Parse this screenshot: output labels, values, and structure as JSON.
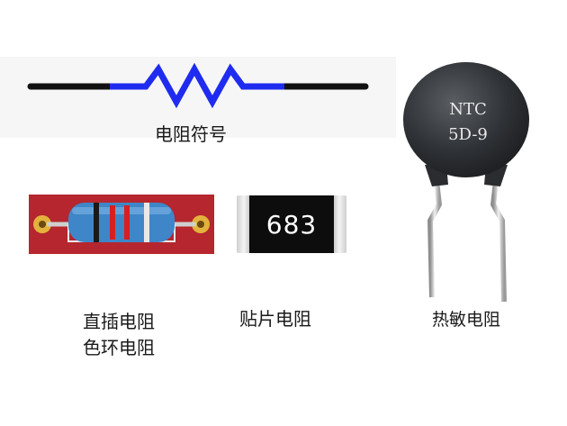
{
  "symbol_label": "电阻符号",
  "through_hole_label_line1": "直插电阻",
  "through_hole_label_line2": "色环电阻",
  "smd_label": "贴片电阻",
  "smd_marking": "683",
  "ntc_label": "热敏电阻",
  "ntc_marking_line1": "NTC",
  "ntc_marking_line2": "5D-9",
  "colors": {
    "symbol_lead": "#111111",
    "symbol_zigzag": "#1f2cf0",
    "pcb": "#b5262e",
    "resistor_body": "#3f86c8",
    "band_1": "#1a1a1a",
    "band_2": "#d62020",
    "band_3": "#d62020",
    "band_4": "#e8e8e8",
    "chip_body": "#0d0d0d",
    "ntc_body": "#2f3236"
  }
}
